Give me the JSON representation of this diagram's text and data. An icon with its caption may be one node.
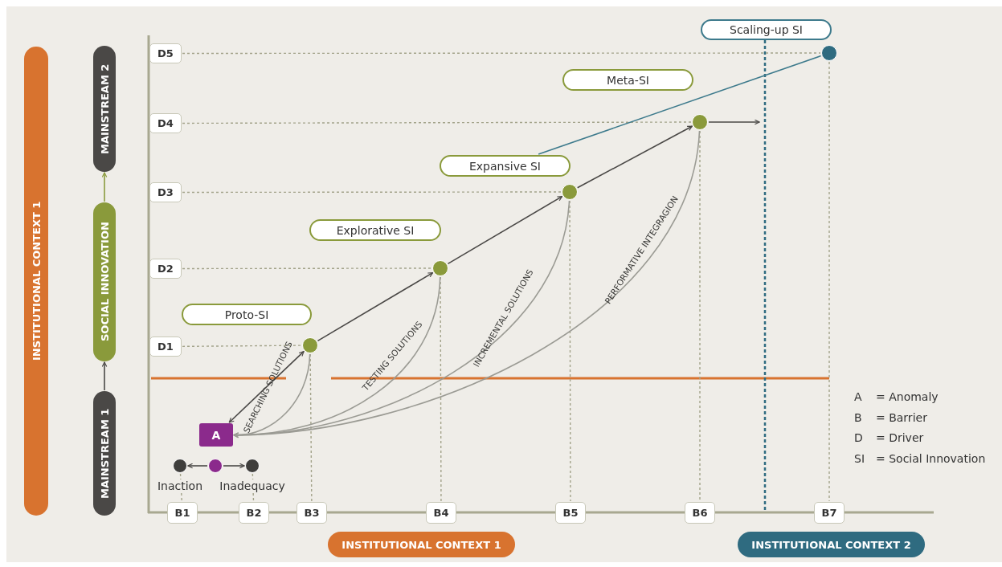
{
  "diagram": {
    "nodes": [
      {
        "text": [
          "INSTITUTIONAL CONTEXT 1"
        ]
      },
      {
        "text": [
          "MAINSTREAM 2"
        ]
      },
      {
        "text": [
          "SOCIAL INNOVATION"
        ]
      },
      {
        "text": [
          "MAINSTREAM 1"
        ]
      },
      {
        "text": [
          "Scaling-up SI"
        ]
      },
      {
        "text": [
          "D5"
        ]
      },
      {
        "text": [],
        "shape": "circle"
      },
      {
        "text": [
          "Meta-SI"
        ]
      },
      {
        "text": [
          "D4"
        ]
      },
      {
        "text": [],
        "shape": "circle"
      },
      {
        "text": [
          "Expansive SI"
        ]
      },
      {
        "text": [
          "D3"
        ]
      },
      {
        "text": [],
        "shape": "circle"
      },
      {
        "text": [
          "Explorative SI"
        ]
      },
      {
        "text": [
          "D2"
        ]
      },
      {
        "text": [],
        "shape": "circle"
      },
      {
        "text": [
          "Proto-SI"
        ]
      },
      {
        "text": [
          "D1"
        ]
      },
      {
        "text": [],
        "shape": "circle"
      },
      {
        "text": [
          "A"
        ]
      },
      {
        "text": [],
        "shape": "circle",
        "beside": [
          "Inaction"
        ]
      },
      {
        "text": [],
        "shape": "circle"
      },
      {
        "text": [],
        "shape": "circle",
        "beside": [
          "Inadequacy"
        ]
      },
      {
        "text": [
          "B1"
        ]
      },
      {
        "text": [
          "B2"
        ]
      },
      {
        "text": [
          "B3"
        ]
      },
      {
        "text": [
          "B4"
        ]
      },
      {
        "text": [
          "B5"
        ]
      },
      {
        "text": [
          "B6"
        ]
      },
      {
        "text": [
          "B7"
        ]
      },
      {
        "text": [
          "INSTITUTIONAL CONTEXT 1"
        ]
      },
      {
        "text": [
          "INSTITUTIONAL CONTEXT 2"
        ]
      }
    ],
    "edges": [
      {
        "from": 3,
        "to": 2,
        "arrow": "to",
        "color": "#4a4846"
      },
      {
        "from": 2,
        "to": 1,
        "arrow": "to",
        "color": "#8a9a3b"
      },
      {
        "from": 5,
        "to": 6,
        "arrow": "none",
        "style": "dashed"
      },
      {
        "from": 8,
        "to": 9,
        "arrow": "none",
        "style": "dashed"
      },
      {
        "from": 11,
        "to": 12,
        "arrow": "none",
        "style": "dashed"
      },
      {
        "from": 14,
        "to": 15,
        "arrow": "none",
        "style": "dashed"
      },
      {
        "from": 17,
        "to": 18,
        "arrow": "none",
        "style": "dashed"
      },
      {
        "from": 20,
        "to": 23,
        "arrow": "none",
        "style": "dashed"
      },
      {
        "from": 22,
        "to": 24,
        "arrow": "none",
        "style": "dashed"
      },
      {
        "from": 18,
        "to": 25,
        "arrow": "none",
        "style": "dashed"
      },
      {
        "from": 15,
        "to": 26,
        "arrow": "none",
        "style": "dashed"
      },
      {
        "from": 12,
        "to": 27,
        "arrow": "none",
        "style": "dashed"
      },
      {
        "from": 9,
        "to": 28,
        "arrow": "none",
        "style": "dashed"
      },
      {
        "from": 6,
        "to": 29,
        "arrow": "none",
        "style": "dashed"
      },
      {
        "from": 21,
        "to": 20,
        "arrow": "to",
        "color": "#4a4846"
      },
      {
        "from": 21,
        "to": 22,
        "arrow": "to",
        "color": "#4a4846"
      },
      {
        "from": 18,
        "to": 19,
        "arrow": "both",
        "color": "#4a4846"
      },
      {
        "from": 18,
        "to": 15,
        "arrow": "to",
        "color": "#4a4846"
      },
      {
        "from": 15,
        "to": 12,
        "arrow": "to",
        "color": "#4a4846"
      },
      {
        "from": 12,
        "to": 9,
        "arrow": "to",
        "color": "#4a4846"
      },
      {
        "from": 9,
        "to": null,
        "arrow": "to",
        "color": "#4a4846"
      },
      {
        "from": 10,
        "to": 6,
        "arrow": "none",
        "color": "#3d7a8c"
      },
      {
        "from": 18,
        "to": 19,
        "arrow": "to",
        "color": "#9b9b94",
        "label": "SEARCHING SOLUTIONS"
      },
      {
        "from": 15,
        "to": 19,
        "arrow": "to",
        "color": "#9b9b94",
        "label": "TESTING SOLUTIONS"
      },
      {
        "from": 12,
        "to": 19,
        "arrow": "to",
        "color": "#9b9b94",
        "label": "INCREMENTAL SOLUTIONS"
      },
      {
        "from": 9,
        "to": 19,
        "arrow": "to",
        "color": "#9b9b94",
        "label": "PERFORMATIVE INTEGRAGION"
      }
    ],
    "labels": [
      "A",
      "= Anomaly",
      "B",
      "= Barrier",
      "D",
      "= Driver",
      "SI",
      "= Social Innovation"
    ]
  }
}
